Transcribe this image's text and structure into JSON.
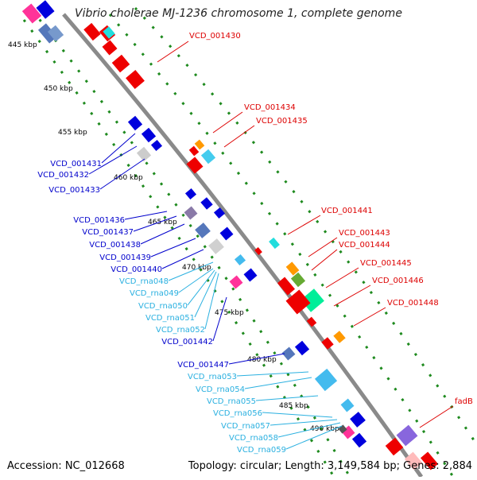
{
  "title": "Vibrio cholerae MJ-1236 chromosome 1, complete genome",
  "footer": {
    "accession": "Accession: NC_012668",
    "topology": "Topology: circular; Length: 3,149,584 bp; Genes: 2,884"
  },
  "colors": {
    "backbone": "#8a8a8a",
    "dots": "#1e8a1e",
    "label_red": "#dd0000",
    "label_blue": "#0000cc",
    "label_cyan": "#2ab0e0"
  },
  "kbp_ticks": [
    "445 kbp",
    "450 kbp",
    "455 kbp",
    "460 kbp",
    "465 kbp",
    "470 kbp",
    "475 kbp",
    "480 kbp",
    "485 kbp",
    "490 kbp"
  ],
  "labels_red": [
    "VCD_001430",
    "VCD_001434",
    "VCD_001435",
    "VCD_001441",
    "VCD_001443",
    "VCD_001444",
    "VCD_001445",
    "VCD_001446",
    "VCD_001448",
    "fadB"
  ],
  "labels_blue": [
    "VCD_001431",
    "VCD_001432",
    "VCD_001433",
    "VCD_001436",
    "VCD_001437",
    "VCD_001438",
    "VCD_001439",
    "VCD_001440",
    "VCD_001442",
    "VCD_001447"
  ],
  "labels_cyan": [
    "VCD_rna048",
    "VCD_rna049",
    "VCD_rna050",
    "VCD_rna051",
    "VCD_rna052",
    "VCD_rna053",
    "VCD_rna054",
    "VCD_rna055",
    "VCD_rna056",
    "VCD_rna057",
    "VCD_rna058",
    "VCD_rna059"
  ]
}
